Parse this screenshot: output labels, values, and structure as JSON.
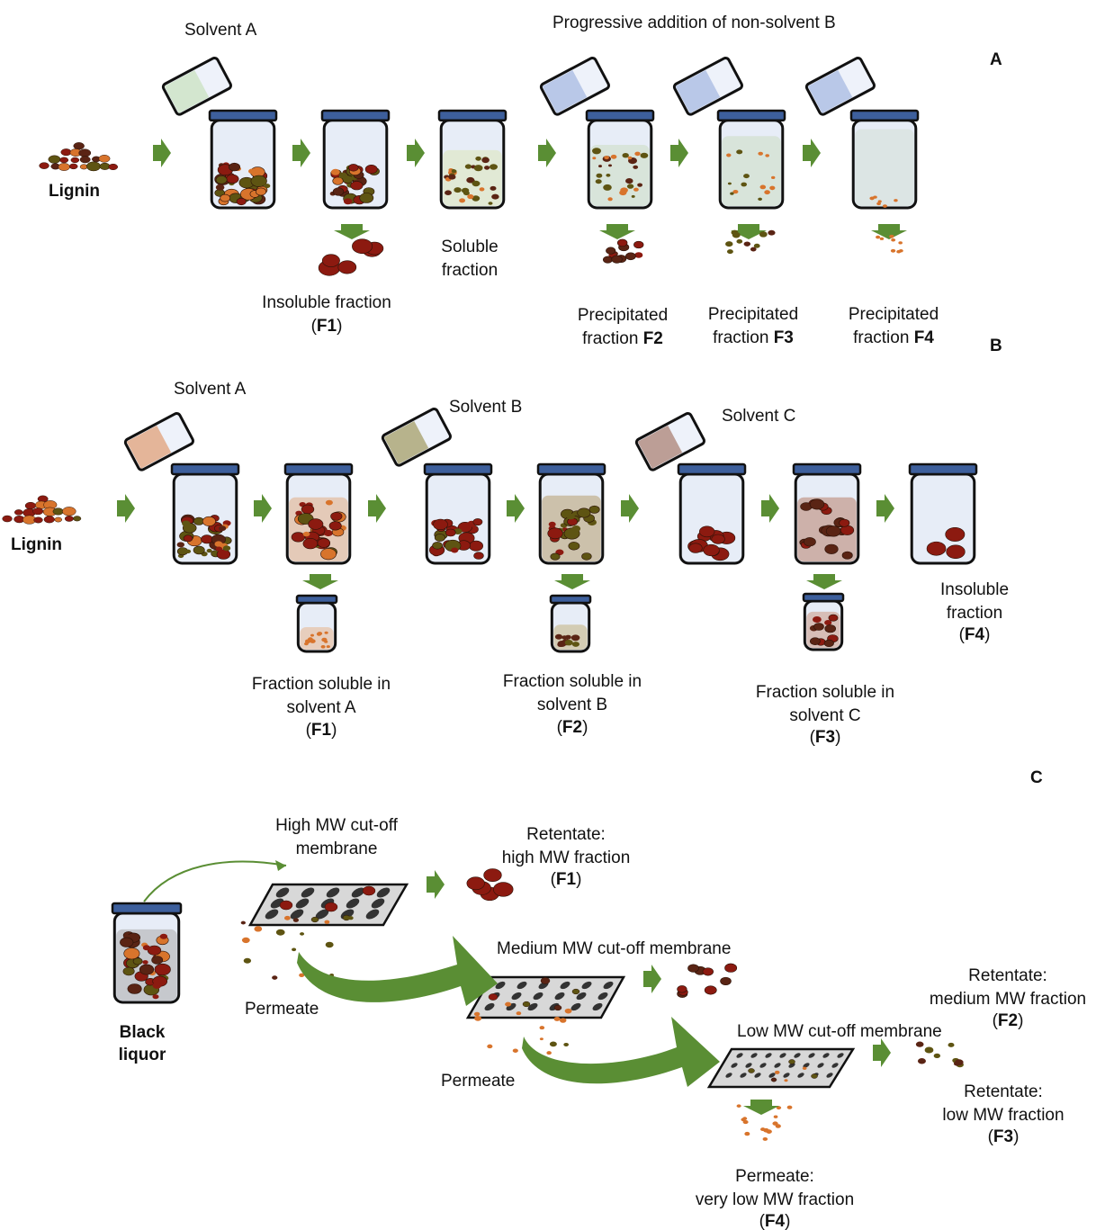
{
  "panels": {
    "a": "A",
    "b": "B",
    "c": "C"
  },
  "panelA": {
    "solvent_label": "Solvent A",
    "progressive_label": "Progressive addition of non-solvent B",
    "lignin_label": "Lignin",
    "insoluble_line1": "Insoluble fraction",
    "insoluble_line2": "F1",
    "soluble_line1": "Soluble",
    "soluble_line2": "fraction",
    "prec_f2_line1": "Precipitated",
    "prec_f2_line2a": "fraction ",
    "prec_f2_line2b": "F2",
    "prec_f3_line1": "Precipitated",
    "prec_f3_line2a": "fraction ",
    "prec_f3_line2b": "F3",
    "prec_f4_line1": "Precipitated",
    "prec_f4_line2a": "fraction ",
    "prec_f4_line2b": "F4"
  },
  "panelB": {
    "solvent_a": "Solvent A",
    "solvent_b": "Solvent B",
    "solvent_c": "Solvent C",
    "lignin_label": "Lignin",
    "f1_line1": "Fraction soluble in",
    "f1_line2": "solvent A",
    "f1_tag": "F1",
    "f2_line1": "Fraction soluble in",
    "f2_line2": "solvent B",
    "f2_tag": "F2",
    "f3_line1": "Fraction soluble in",
    "f3_line2": "solvent C",
    "f3_tag": "F3",
    "insol_line1": "Insoluble",
    "insol_line2": "fraction",
    "insol_tag": "F4"
  },
  "panelC": {
    "black_liquor_1": "Black",
    "black_liquor_2": "liquor",
    "high_membrane_1": "High MW cut-off",
    "high_membrane_2": "membrane",
    "retentate_high_1": "Retentate:",
    "retentate_high_2": "high MW fraction",
    "retentate_high_tag": "F1",
    "permeate_1": "Permeate",
    "medium_membrane": "Medium MW cut-off membrane",
    "permeate_2": "Permeate",
    "retentate_med_1": "Retentate:",
    "retentate_med_2": "medium MW fraction",
    "retentate_med_tag": "F2",
    "low_membrane": "Low MW cut-off membrane",
    "retentate_low_1": "Retentate:",
    "retentate_low_2": "low MW fraction",
    "retentate_low_tag": "F3",
    "permeate_final_1": "Permeate:",
    "permeate_final_2": "very low MW fraction",
    "permeate_final_tag": "F4"
  },
  "colors": {
    "arrow_green": "#5a8e34",
    "jar_lid": "#3d5f9c",
    "jar_body": "#e7edf7",
    "dark_red": "#8c1a10",
    "brown": "#5a2414",
    "olive": "#5e5412",
    "orange": "#d8742c",
    "solvent_a_green": "#d3e6cf",
    "solvent_blue": "#b9c8e8",
    "solvent_b_pink": "#e4b599",
    "solvent_b_olive": "#b7b38c",
    "solvent_c_mauve": "#bc9e96"
  }
}
